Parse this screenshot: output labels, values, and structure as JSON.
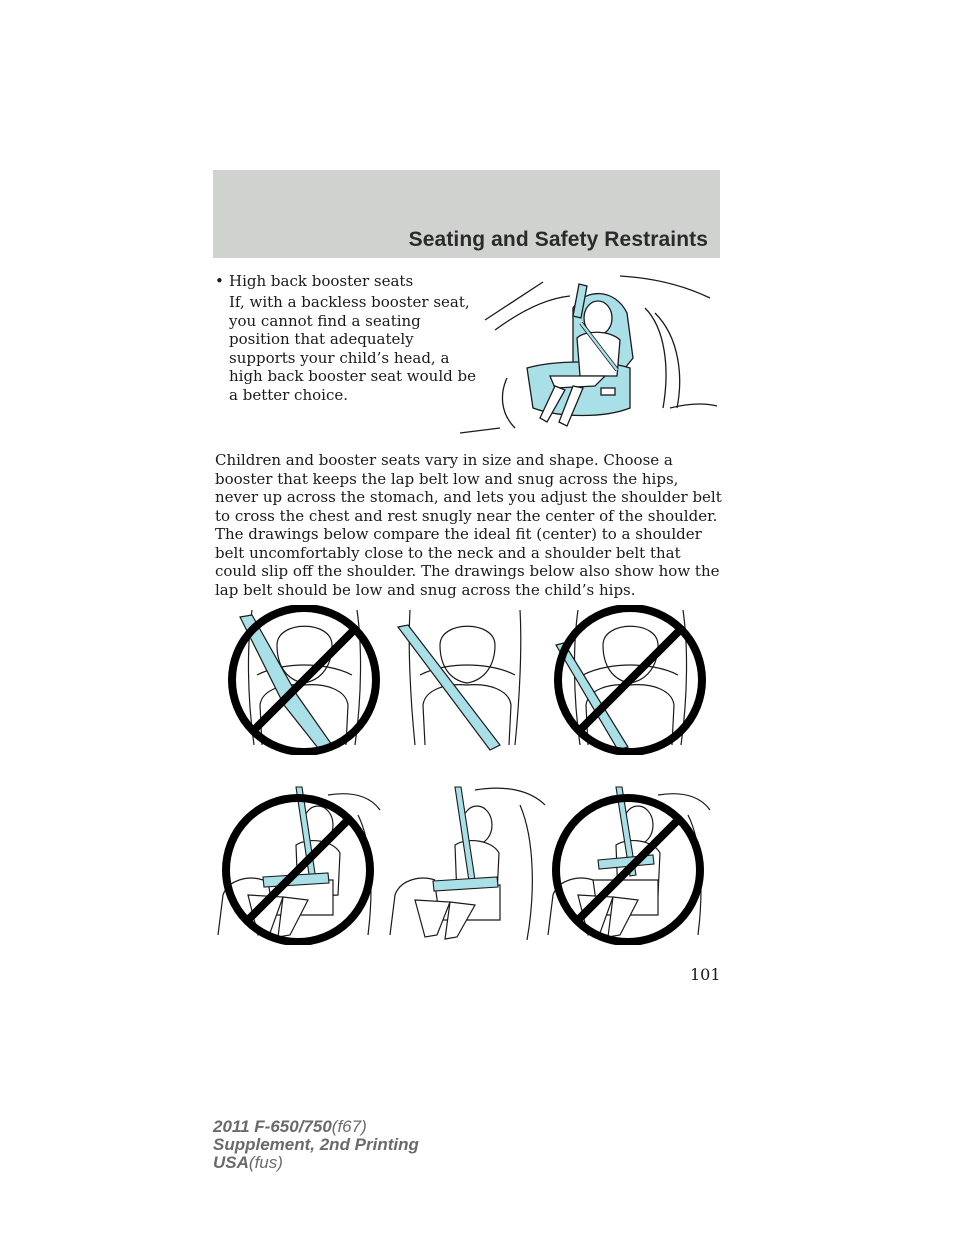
{
  "header": {
    "title": "Seating and Safety Restraints"
  },
  "bullet": {
    "symbol": "•",
    "text": "High back booster seats"
  },
  "intro_paragraph": "If, with a backless booster seat, you cannot find a seating position that adequately supports your child’s head, a high back booster seat would be a better choice.",
  "body_paragraph": "Children and booster seats vary in size and shape. Choose a booster that keeps the lap belt low and snug across the hips, never up across the stomach, and lets you adjust the shoulder belt to cross the chest and rest snugly near the center of the shoulder. The drawings below compare the ideal fit (center) to a shoulder belt uncomfortably close to the neck and a shoulder belt that could slip off the shoulder. The drawings below also show how the lap belt should be low and snug across the child’s hips.",
  "page_number": "101",
  "footer": {
    "line1_bold": "2011 F-650/750",
    "line1_light": "(f67)",
    "line2": "Supplement, 2nd Printing",
    "line3_bold": "USA",
    "line3_light": "(fus)"
  },
  "colors": {
    "accent": "#a9dfe6",
    "header_band": "#d0d2d0",
    "stroke": "#1a1a1a"
  }
}
